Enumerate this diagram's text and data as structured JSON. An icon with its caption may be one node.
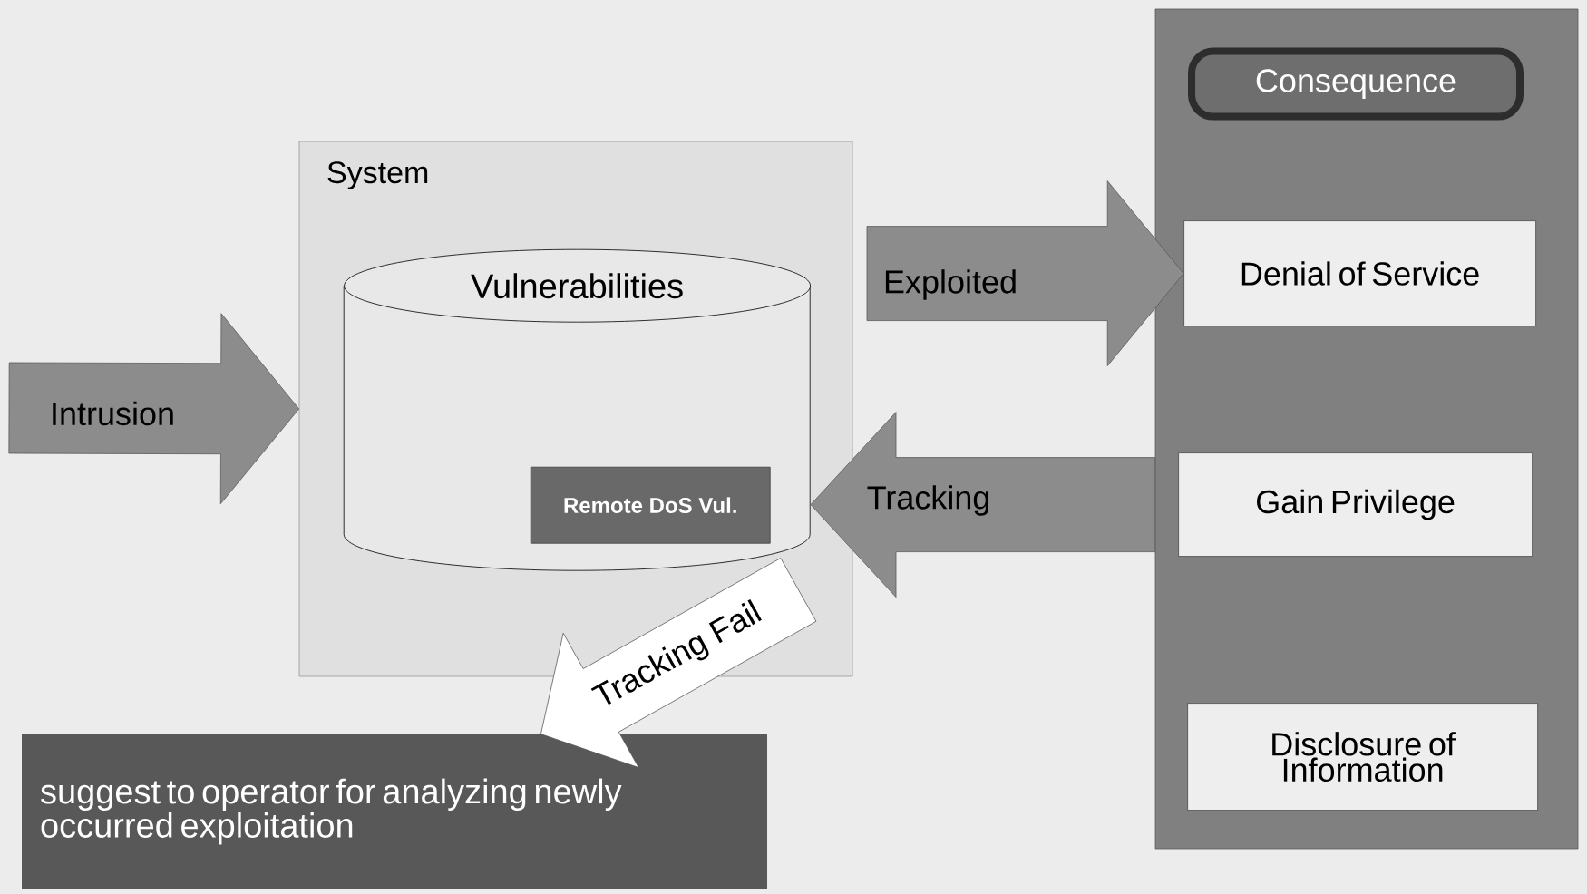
{
  "diagram": {
    "nodes": [
      {
        "text": [
          "System"
        ]
      },
      {
        "text": [
          "Vulnerabilities"
        ],
        "in": 0
      },
      {
        "text": [
          "Remote DoS Vul."
        ],
        "in": 1
      },
      {
        "text": [
          "Consequence"
        ]
      },
      {
        "text": [
          "Denial of Service"
        ],
        "in": 3
      },
      {
        "text": [
          "Gain Privilege"
        ],
        "in": 3
      },
      {
        "text": [
          "Disclosure of Information"
        ],
        "in": 3
      },
      {
        "text": [
          "suggest to operator for analyzing newly occurred exploitation"
        ]
      }
    ],
    "edges": [
      {
        "from": null,
        "to": 0,
        "arrow": "to",
        "label": "Intrusion"
      },
      {
        "from": 1,
        "to": 4,
        "arrow": "to",
        "label": "Exploited"
      },
      {
        "from": 3,
        "to": 1,
        "arrow": "to",
        "label": "Tracking"
      },
      {
        "from": 0,
        "to": 7,
        "arrow": "to",
        "label": "Tracking Fail",
        "color": "#ffffff"
      }
    ]
  }
}
